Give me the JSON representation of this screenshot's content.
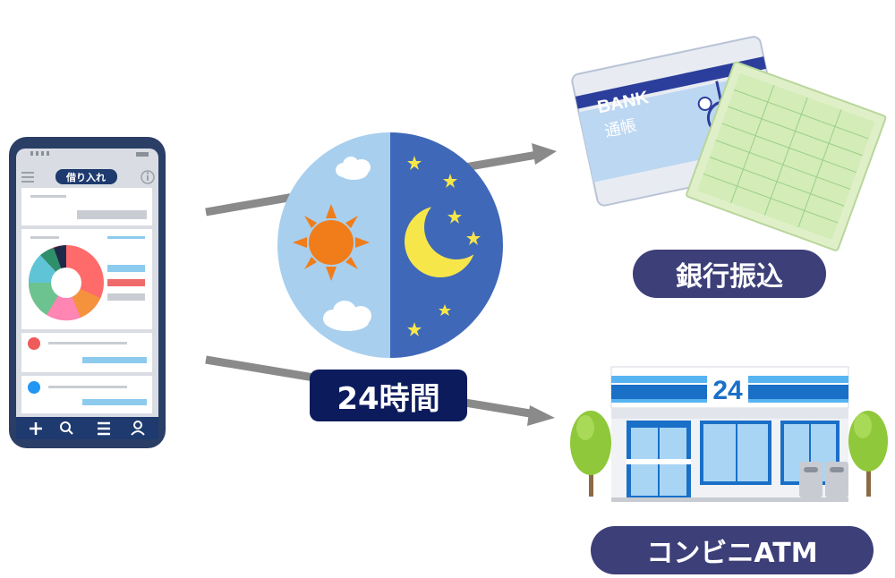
{
  "phone": {
    "header_label": "借り入れ",
    "nav_icons": [
      "plus-icon",
      "search-icon",
      "menu-icon",
      "user-icon"
    ]
  },
  "clock": {
    "label": "24時間"
  },
  "bank": {
    "label": "銀行振込",
    "card_text": "BANK",
    "passbook_text": "通帳"
  },
  "store": {
    "sign_text": "24",
    "label": "コンビニATM"
  },
  "colors": {
    "phone_bezel": "#2a3e66",
    "phone_header": "#1e3a6e",
    "sun": "#f07d1a",
    "moon": "#f7e64a",
    "night_sky": "#3f68b8",
    "day_sky": "#a8cfee",
    "store_blue": "#1a6fc7",
    "pill_dark": "#0c1b5c",
    "pill_label": "#3d3f78"
  }
}
